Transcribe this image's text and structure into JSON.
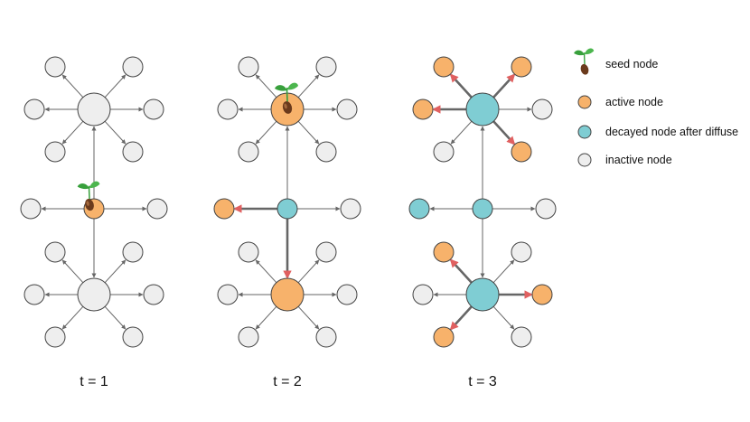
{
  "colors": {
    "inactive": "#eeeeee",
    "active": "#f7b26b",
    "decayed": "#7fcdd3",
    "stroke": "#444444",
    "edge": "#666666",
    "active_edge": "#e06060",
    "seed_leaf": "#38a03c",
    "seed_body": "#6b3a1c"
  },
  "panels": [
    {
      "label": "t = 1"
    },
    {
      "label": "t = 2"
    },
    {
      "label": "t = 3"
    }
  ],
  "legend": [
    {
      "label": "seed node",
      "kind": "seed",
      "icon": "seed-icon"
    },
    {
      "label": "active node",
      "kind": "active"
    },
    {
      "label": "decayed node after diffuse",
      "kind": "decayed"
    },
    {
      "label": "inactive node",
      "kind": "inactive"
    }
  ]
}
